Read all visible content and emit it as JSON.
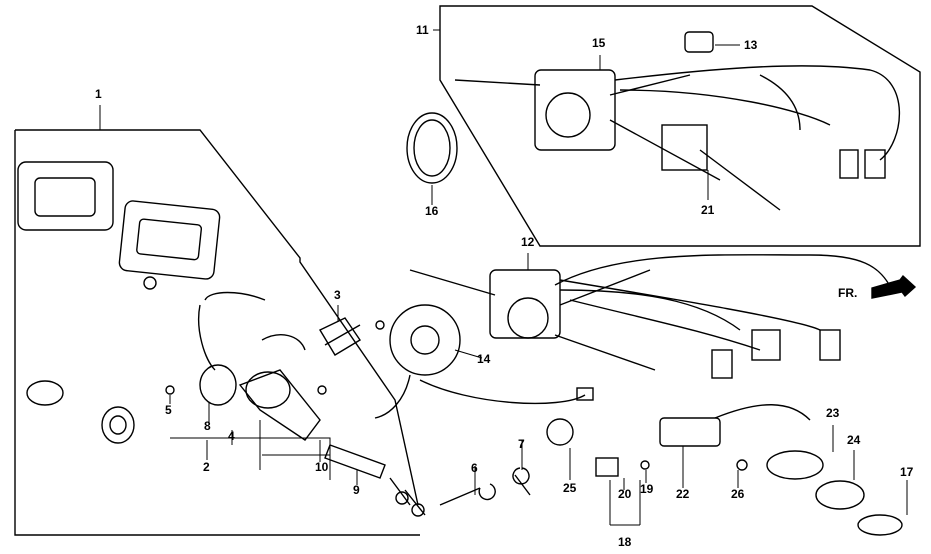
{
  "diagram": {
    "direction_label": "FR.",
    "callouts": [
      "1",
      "2",
      "3",
      "4",
      "5",
      "6",
      "7",
      "8",
      "9",
      "10",
      "11",
      "12",
      "13",
      "14",
      "15",
      "16",
      "17",
      "18",
      "19",
      "20",
      "21",
      "22",
      "23",
      "24",
      "25",
      "26"
    ]
  }
}
